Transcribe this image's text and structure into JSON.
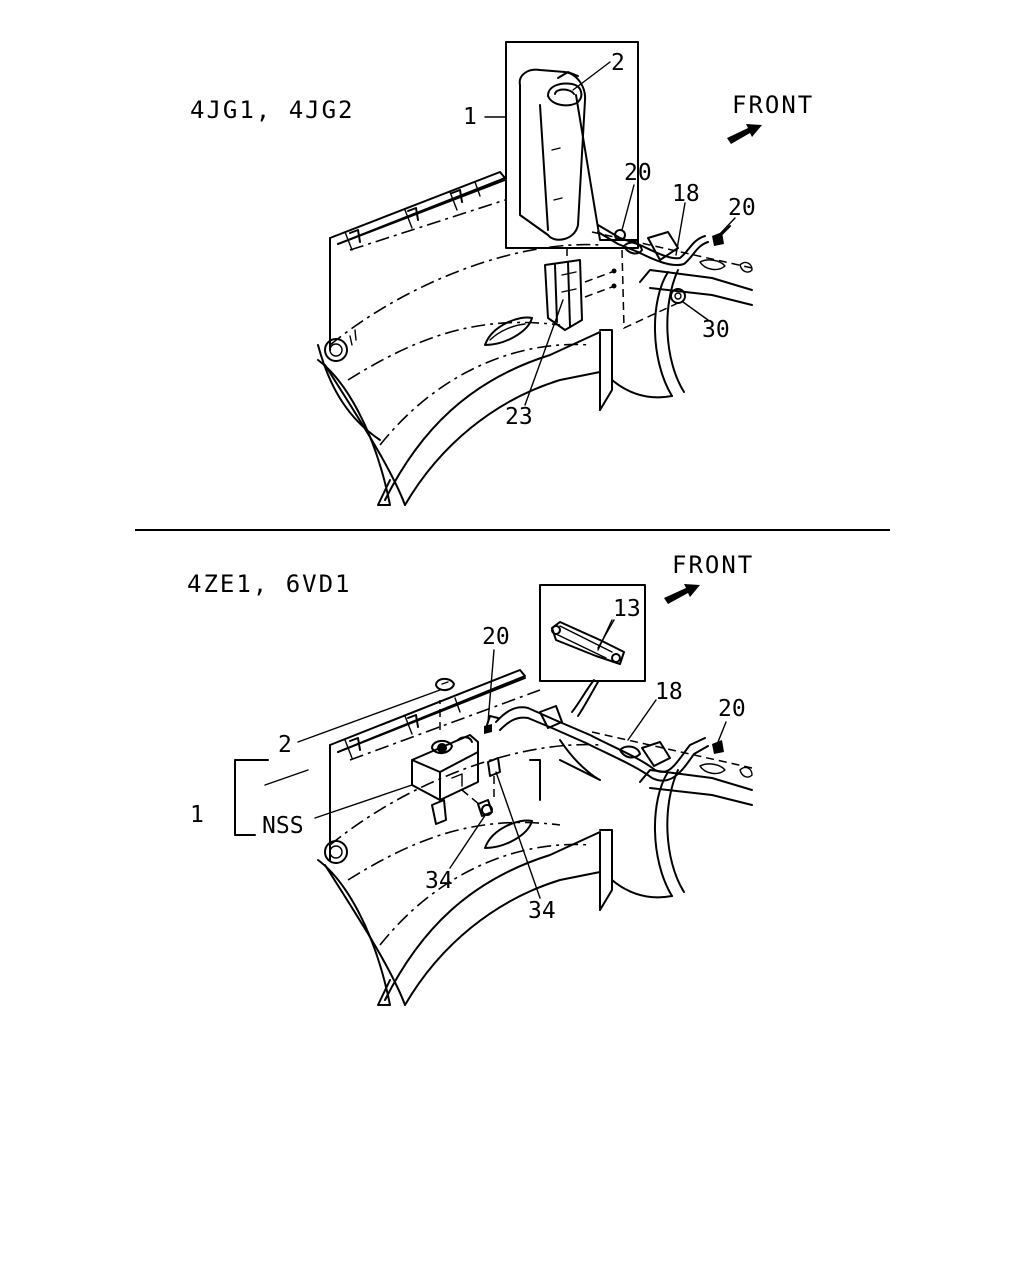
{
  "diagram": {
    "top": {
      "engine_label": "4JG1, 4JG2",
      "front_label": "FRONT",
      "callouts": {
        "c1": "1",
        "c2": "2",
        "c20a": "20",
        "c18": "18",
        "c20b": "20",
        "c30": "30",
        "c23": "23"
      }
    },
    "bottom": {
      "engine_label": "4ZE1, 6VD1",
      "front_label": "FRONT",
      "callouts": {
        "c13": "13",
        "c20a": "20",
        "c18": "18",
        "c20b": "20",
        "c2": "2",
        "c1": "1",
        "nss": "NSS",
        "c34a": "34",
        "c34b": "34"
      }
    }
  }
}
